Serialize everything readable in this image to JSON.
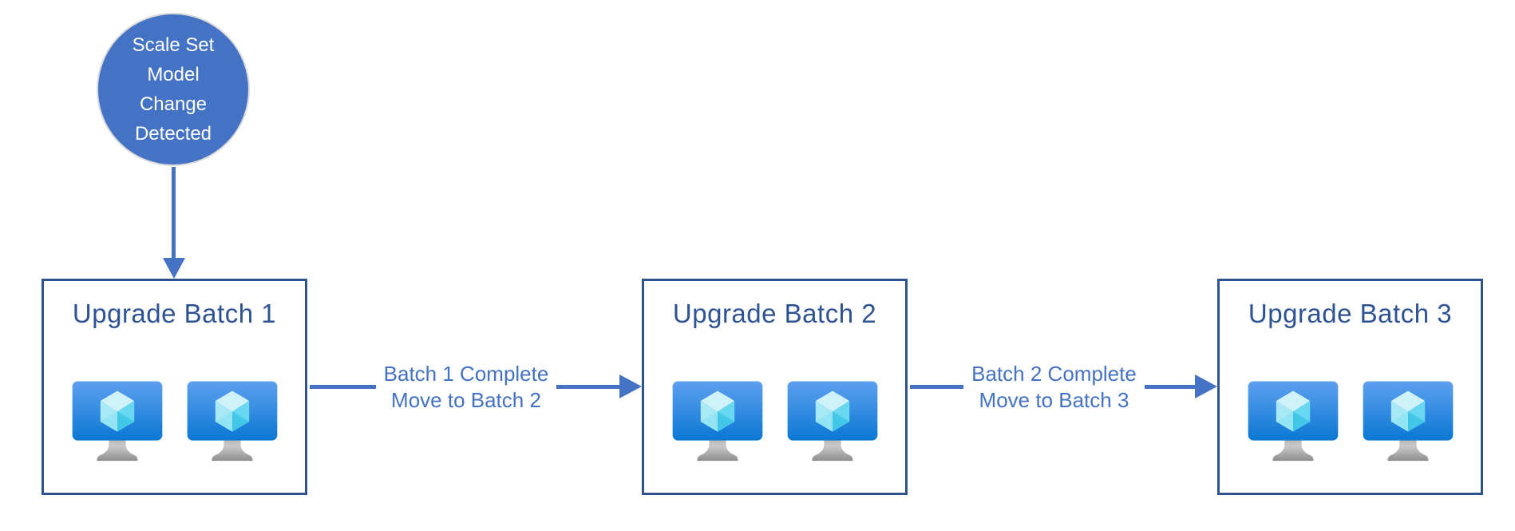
{
  "diagram": {
    "start_node": {
      "lines": [
        "Scale Set",
        "Model",
        "Change",
        "Detected"
      ],
      "fill": "#4472C4",
      "text_color": "#FFFFFF"
    },
    "boxes": [
      {
        "title": "Upgrade Batch 1",
        "vm_count": 2
      },
      {
        "title": "Upgrade Batch 2",
        "vm_count": 2
      },
      {
        "title": "Upgrade Batch 3",
        "vm_count": 2
      }
    ],
    "connectors": [
      {
        "label_line1": "Batch 1 Complete",
        "label_line2": "Move to Batch 2"
      },
      {
        "label_line1": "Batch 2 Complete",
        "label_line2": "Move to Batch 3"
      }
    ],
    "icons": {
      "vm": "azure-virtual-machine-monitor-icon"
    },
    "colors": {
      "background": "#FFFFFF",
      "node_fill": "#4472C4",
      "node_border": "#D9D9D9",
      "box_border": "#2E5394",
      "box_title_text": "#2E5394",
      "arrow": "#4472C4",
      "connector_label_text": "#4472C4",
      "vm_screen_top": "#5EA0EF",
      "vm_screen_bottom": "#0A78D4",
      "vm_cube_top": "#CFF2FA",
      "vm_cube_left": "#A9E9F6",
      "vm_cube_right": "#5BD2EE",
      "vm_stand_gray": "#B5B5B5"
    }
  }
}
